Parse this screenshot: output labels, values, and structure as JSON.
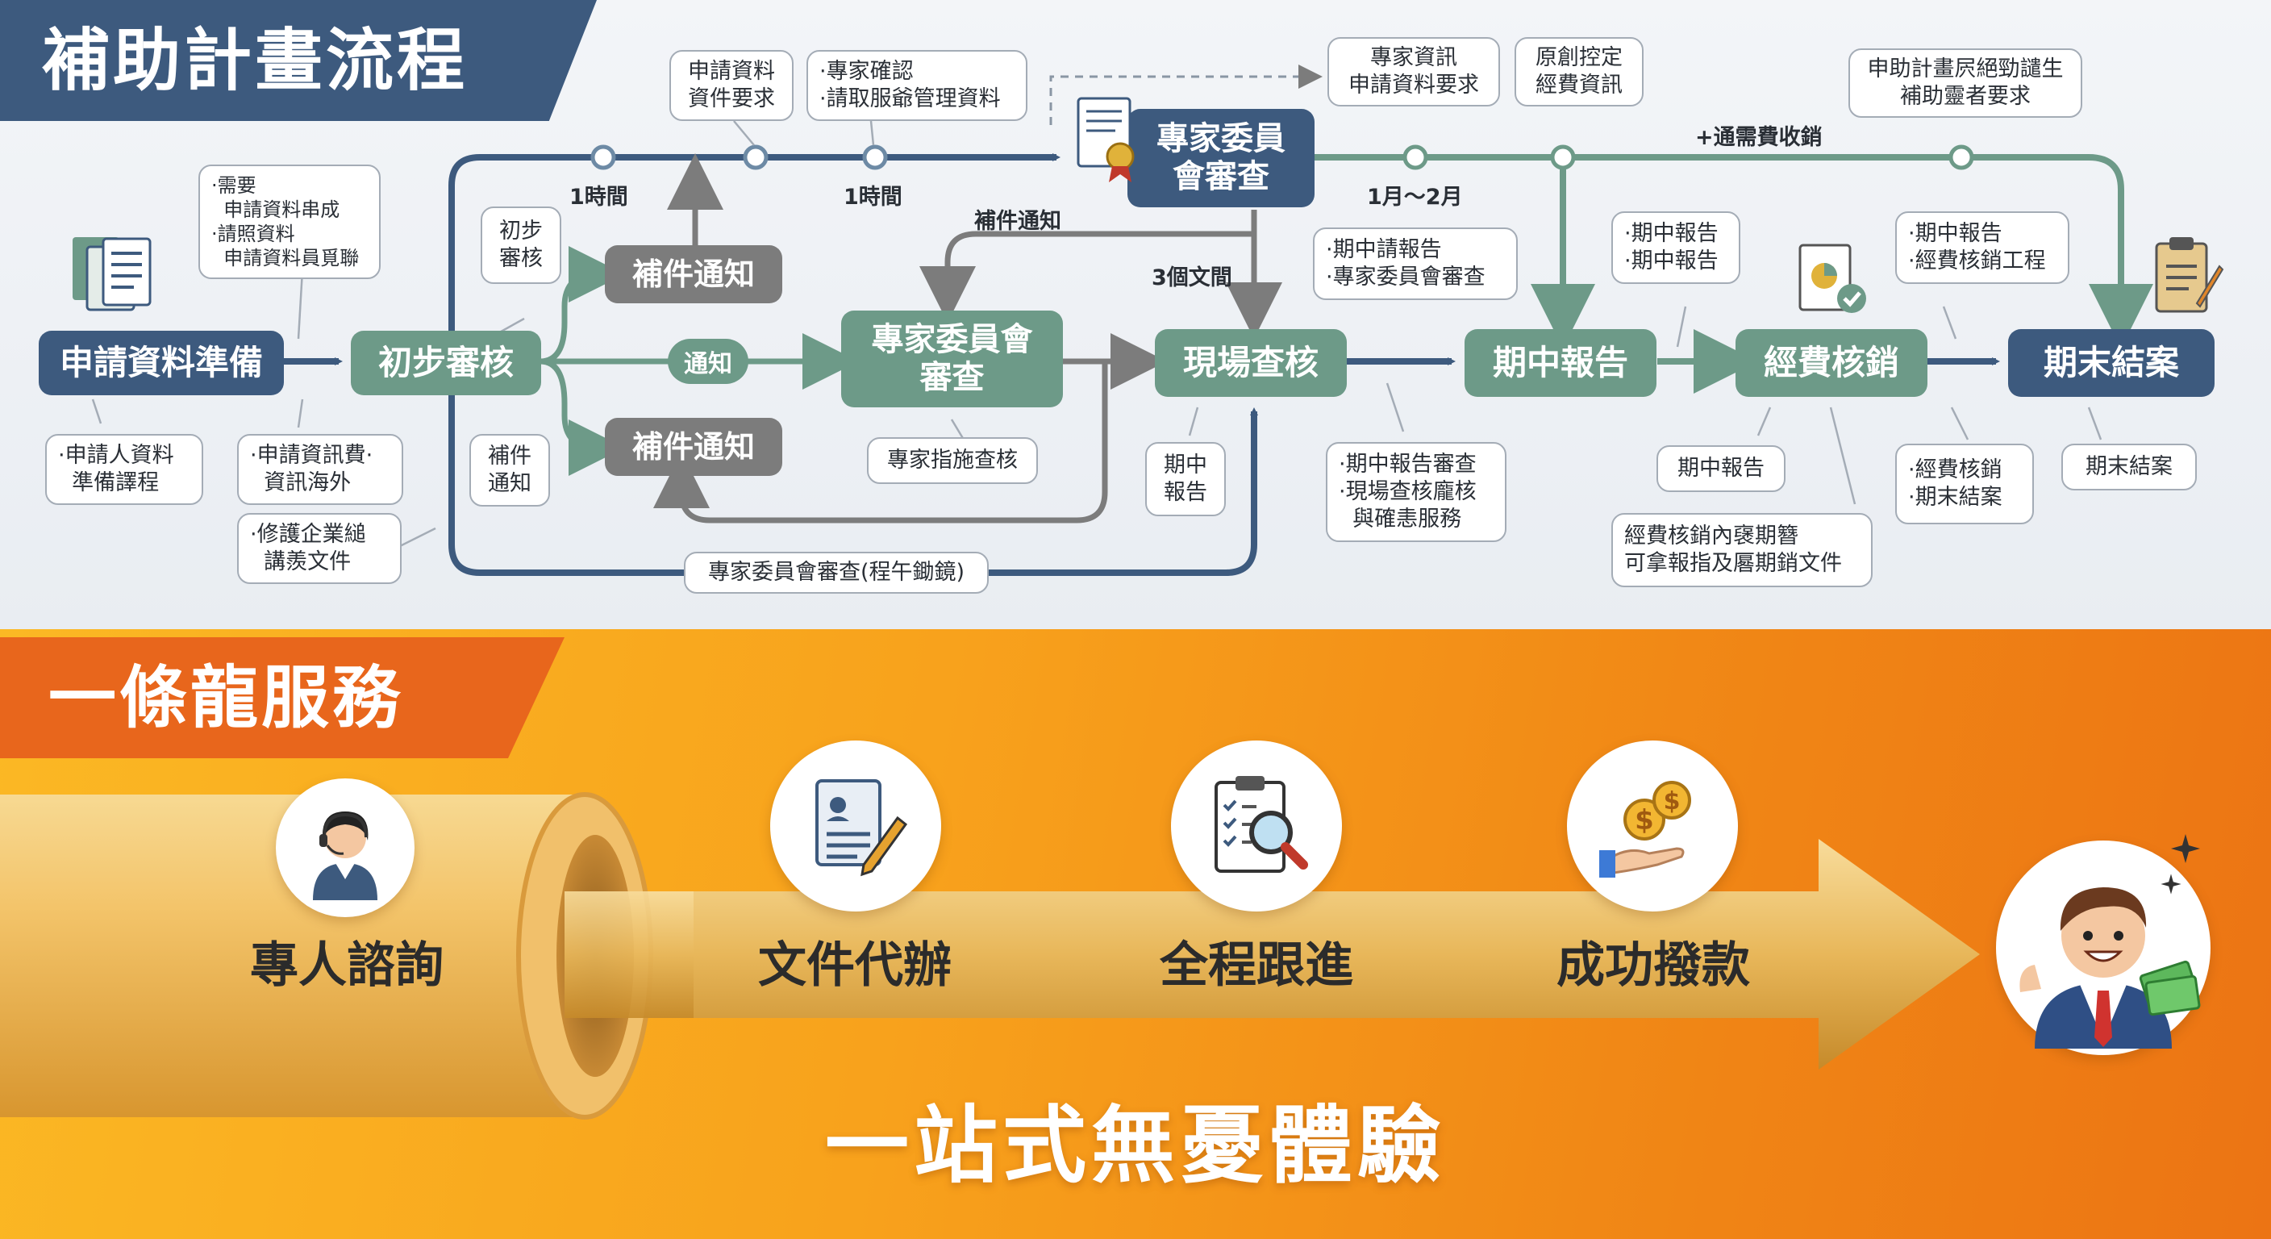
{
  "flow_section": {
    "title": "補助計畫流程",
    "nodes": {
      "prepare": "申請資料準備",
      "initial_review": "初步審核",
      "supplement_upper": "補件通知",
      "supplement_lower": "補件通知",
      "committee_mid": "專家委員會審查",
      "committee_top": "專家委員會審查",
      "site_inspection": "現場查核",
      "midterm": "期中報告",
      "expense": "經費核銷",
      "final": "期末結案"
    },
    "notice_pill": "通知",
    "labels": {
      "t1": "1時間",
      "t2": "1時間",
      "t3": "1月～2月",
      "docs3": "3個文間",
      "supp_notice": "補件通知",
      "fee": "+通需費收銷",
      "bottom_loop": "專家委員會審查(程午鋤鏡)"
    },
    "notes": {
      "need": [
        "需要",
        "申請資料串成",
        "請照資料",
        "申請資料員覓聯"
      ],
      "apply_docs": [
        "申請資料",
        "資件要求"
      ],
      "expert_confirm": [
        "專家確認",
        "請取服爺管理資料"
      ],
      "expert_info": [
        "專家資訊",
        "申請資料要求"
      ],
      "original": [
        "原創控定",
        "經費資訊"
      ],
      "subsidy_req": [
        "申助計畫屄絕勁譴生",
        "補助靈者要求"
      ],
      "initial_step": [
        "初步",
        "審核"
      ],
      "mid_apply": [
        "期中請報告",
        "專家委員會審查"
      ],
      "mid_report_a": [
        "期中報告",
        "期中報告"
      ],
      "mid_report_b": [
        "期中報告",
        "經費核銷工程"
      ],
      "applicant": [
        "申請人資料",
        "準備譯程"
      ],
      "info_fee": [
        "申請資訊費",
        "資訊海外"
      ],
      "repair": [
        "修護企業縋",
        "講羨文件"
      ],
      "supp_small": [
        "補件",
        "通知"
      ],
      "expert_check": [
        "專家指施查核"
      ],
      "mid_small": [
        "期中",
        "報告"
      ],
      "mid_review": [
        "期中報告審查",
        "現場查核龐核",
        "與確恚服務"
      ],
      "mid_only": [
        "期中報告"
      ],
      "expense_note": [
        "經費核銷內襃期簪",
        "可拿報指及厬期銷文件"
      ],
      "expense_final": [
        "經費核銷",
        "期末結案"
      ],
      "final_note": [
        "期末結案"
      ]
    }
  },
  "service_section": {
    "title": "一條龍服務",
    "steps": [
      {
        "label": "專人諮詢",
        "icon": "consultant-icon"
      },
      {
        "label": "文件代辦",
        "icon": "document-pen-icon"
      },
      {
        "label": "全程跟進",
        "icon": "clipboard-magnifier-icon"
      },
      {
        "label": "成功撥款",
        "icon": "money-hand-icon"
      }
    ],
    "result_icon": "happy-person-money-icon",
    "tagline": "一站式無憂體驗"
  },
  "colors": {
    "navy": "#3d5a7e",
    "green": "#6d9a88",
    "gray": "#7c7c7c",
    "orange": "#f59a1b",
    "gold": "#e8b75a"
  }
}
